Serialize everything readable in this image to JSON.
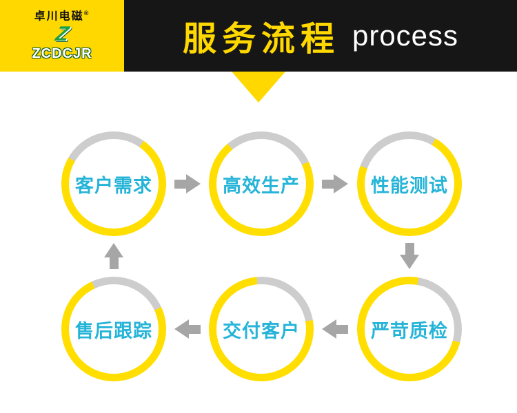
{
  "header": {
    "logo": {
      "brand_cn": "卓川电磁",
      "reg_mark": "®",
      "mark": "Z",
      "brand_en": "ZCDCJR"
    },
    "title_cn": "服务流程",
    "title_en": "process"
  },
  "colors": {
    "accent_yellow": "#FFD800",
    "banner_black": "#161616",
    "ring_yellow": "#FFDE00",
    "ring_gray": "#CDCDCD",
    "label_cyan": "#25B4D8",
    "arrow_gray": "#A6A6A6",
    "logo_green": "#1E9E43"
  },
  "flow": {
    "steps": [
      {
        "label": "客户需求"
      },
      {
        "label": "高效生产"
      },
      {
        "label": "性能测试"
      },
      {
        "label": "严苛质检"
      },
      {
        "label": "交付客户"
      },
      {
        "label": "售后跟踪"
      }
    ]
  }
}
